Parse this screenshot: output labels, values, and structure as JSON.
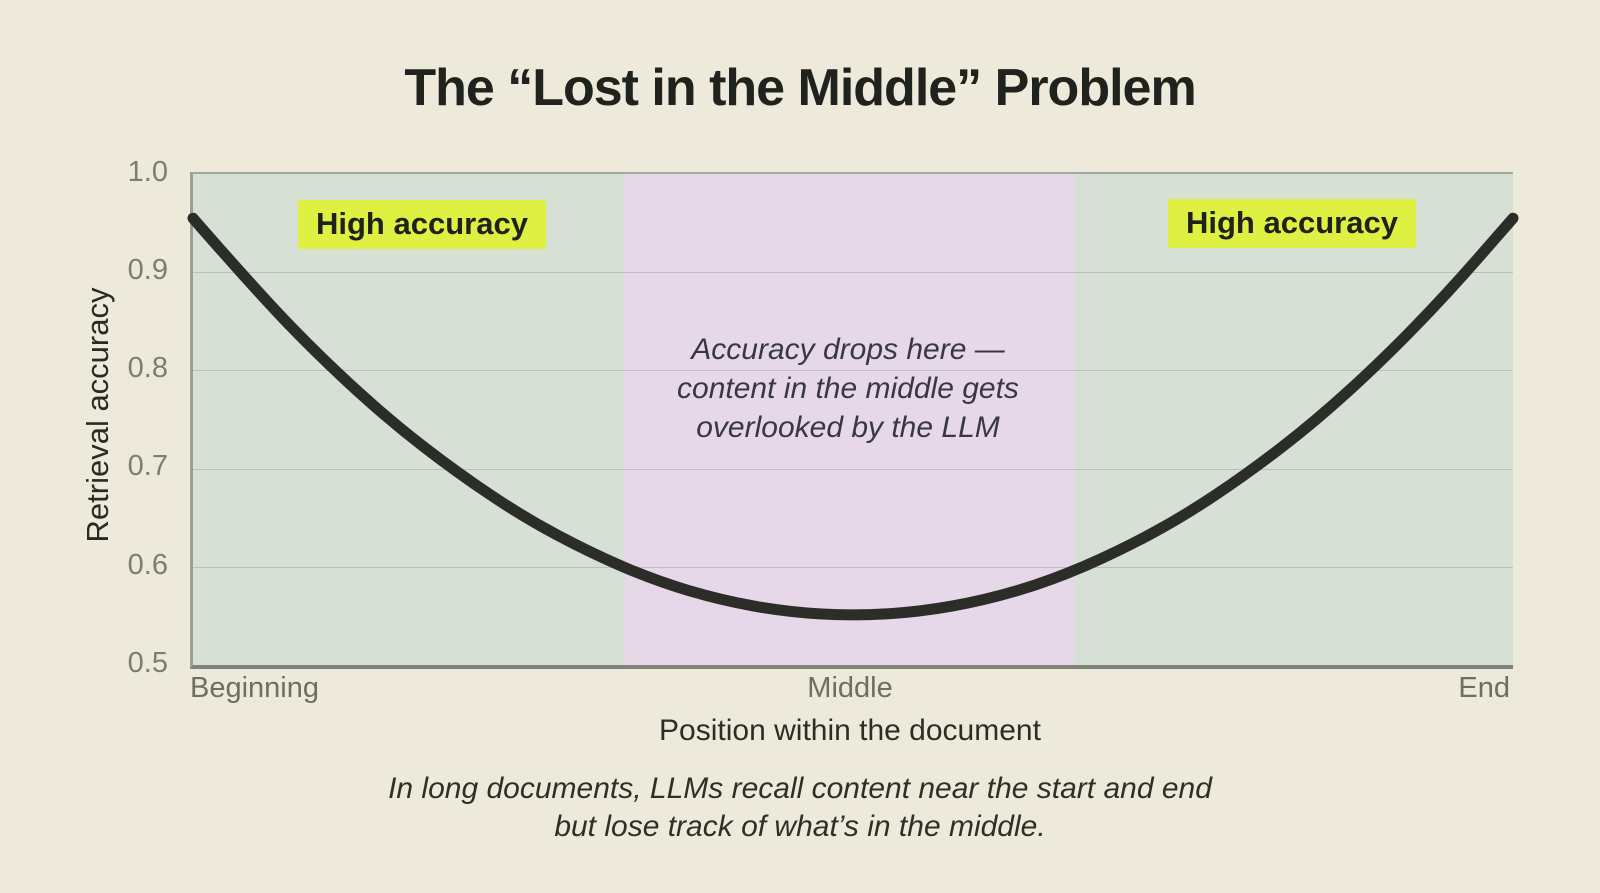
{
  "chart_data": {
    "type": "line",
    "title": "The “Lost in the Middle” Problem",
    "xlabel": "Position within the document",
    "ylabel": "Retrieval accuracy",
    "x_tick_labels": [
      "Beginning",
      "Middle",
      "End"
    ],
    "y_tick_labels": [
      "1.0",
      "0.9",
      "0.8",
      "0.7",
      "0.6",
      "0.5"
    ],
    "xlim": [
      0,
      1
    ],
    "ylim": [
      0.5,
      1.0
    ],
    "grid": true,
    "legend": false,
    "series": [
      {
        "name": "Retrieval accuracy",
        "color": "#2b2e28",
        "stroke_width": 11,
        "points": [
          [
            0.0,
            0.955
          ],
          [
            0.05,
            0.878
          ],
          [
            0.1,
            0.809
          ],
          [
            0.15,
            0.748
          ],
          [
            0.2,
            0.696
          ],
          [
            0.25,
            0.651
          ],
          [
            0.3,
            0.615
          ],
          [
            0.35,
            0.586
          ],
          [
            0.4,
            0.566
          ],
          [
            0.45,
            0.554
          ],
          [
            0.5,
            0.55
          ],
          [
            0.55,
            0.554
          ],
          [
            0.6,
            0.566
          ],
          [
            0.65,
            0.586
          ],
          [
            0.7,
            0.615
          ],
          [
            0.75,
            0.651
          ],
          [
            0.8,
            0.696
          ],
          [
            0.85,
            0.748
          ],
          [
            0.9,
            0.809
          ],
          [
            0.95,
            0.878
          ],
          [
            1.0,
            0.955
          ]
        ]
      }
    ],
    "bands": [
      {
        "name": "high-accuracy-left",
        "x0": 0.0,
        "x1": 0.327,
        "color": "#d6e0d4"
      },
      {
        "name": "lost-in-the-middle",
        "x0": 0.327,
        "x1": 0.668,
        "color": "#e6d7e9"
      },
      {
        "name": "high-accuracy-right",
        "x0": 0.668,
        "x1": 1.0,
        "color": "#d6e0d4"
      }
    ],
    "annotations": {
      "badge_left": "High accuracy",
      "badge_right": "High accuracy",
      "middle_note": [
        "Accuracy drops here —",
        "content in the middle gets",
        "overlooked by the LLM"
      ]
    }
  },
  "caption": {
    "lines": [
      "In long documents, LLMs recall content near the start and end",
      "but lose track of what’s in the middle."
    ]
  },
  "colors": {
    "page_bg": "#edeadb",
    "plot_green": "#d6e0d4",
    "middle_purple": "#e6d7e9",
    "highlight_yellow": "#def143",
    "curve": "#2b2e28",
    "axis_line": "#7f847b",
    "tick_text": "#7b7e71",
    "dark_text": "#20231d"
  }
}
